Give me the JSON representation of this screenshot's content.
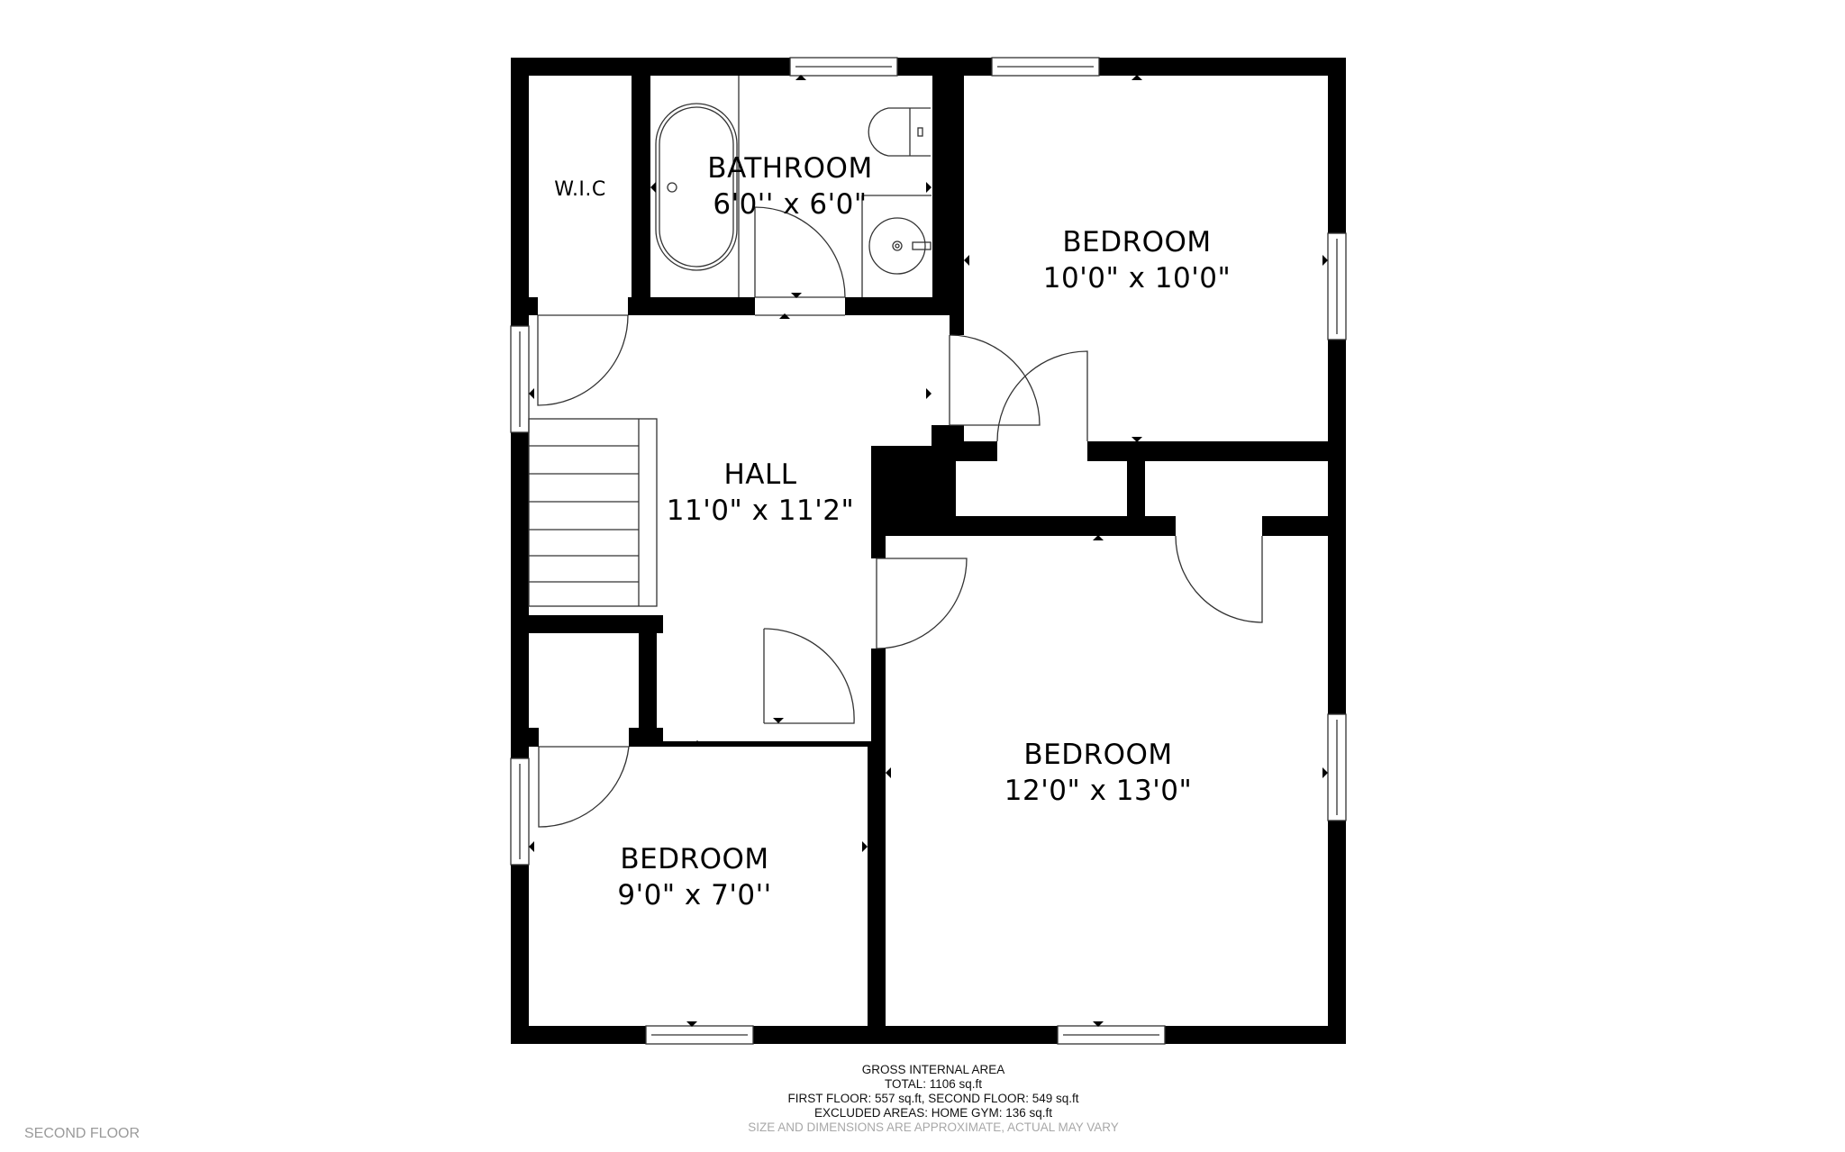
{
  "floor_name": "SECOND FLOOR",
  "rooms": {
    "wic": {
      "name": "W.I.C",
      "dims": ""
    },
    "bathroom": {
      "name": "BATHROOM",
      "dims": "6'0'' x 6'0\""
    },
    "bedroom_ne": {
      "name": "BEDROOM",
      "dims": "10'0\" x 10'0\""
    },
    "hall": {
      "name": "HALL",
      "dims": "11'0\" x 11'2\""
    },
    "bedroom_se": {
      "name": "BEDROOM",
      "dims": "12'0\" x 13'0\""
    },
    "bedroom_sw": {
      "name": "BEDROOM",
      "dims": "9'0\" x 7'0''"
    }
  },
  "area_summary": {
    "title": "GROSS INTERNAL AREA",
    "total": "TOTAL: 1106 sq.ft",
    "floors": "FIRST FLOOR: 557 sq.ft, SECOND FLOOR: 549 sq.ft",
    "excluded": "EXCLUDED AREAS: HOME GYM: 136 sq.ft",
    "disclaimer": "SIZE AND DIMENSIONS ARE APPROXIMATE, ACTUAL MAY VARY"
  },
  "colors": {
    "wall": "#000000",
    "background": "#ffffff",
    "fixture_line": "#333333",
    "disclaimer_text": "#a8a8a8",
    "floor_label": "#9a9a9a"
  }
}
